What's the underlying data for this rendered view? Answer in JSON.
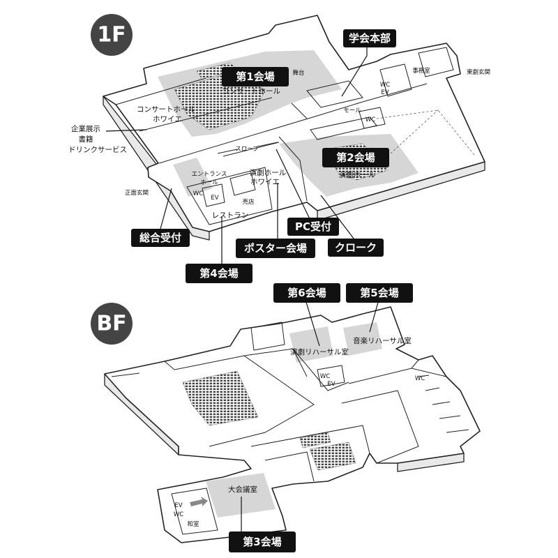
{
  "floors": {
    "f1": {
      "badge": "1F"
    },
    "bf": {
      "badge": "BF"
    }
  },
  "venue_tags": {
    "v1": "第1会場",
    "v2": "第2会場",
    "v3": "第3会場",
    "v4": "第4会場",
    "v5": "第5会場",
    "v6": "第6会場",
    "poster": "ポスター会場",
    "reception": "総合受付",
    "pc": "PC受付",
    "cloak": "クローク",
    "hq": "学会本部"
  },
  "labels_1f": {
    "concert_hall": "コンサートホール",
    "stage": "舞台",
    "concert_foyer_1": "コンサートホール",
    "concert_foyer_2": "ホワイエ",
    "exhibit_1": "企業展示",
    "exhibit_2": "書籍",
    "exhibit_3": "ドリンクサービス",
    "slope": "スロープ",
    "entrance_hall_1": "エントランス",
    "entrance_hall_2": "ホール",
    "theater_foyer_1": "演劇ホール",
    "theater_foyer_2": "ホワイエ",
    "theater_hall": "演劇ホール",
    "main_entrance": "正面玄関",
    "wc_1": "WC",
    "ev_1": "EV",
    "shop": "売店",
    "restaurant": "レストラン",
    "mall": "モール",
    "wc_2": "WC",
    "wc_3": "WC",
    "ev_3": "EV",
    "office": "事務室",
    "east_entrance": "東劇玄関"
  },
  "labels_bf": {
    "music_rehearsal": "音楽リハーサル室",
    "theater_rehearsal": "演劇リハーサル室",
    "wc_1": "WC",
    "ev_1": "EV",
    "wc_2": "WC",
    "conference_room": "大会議室",
    "ev_2": "EV",
    "wc_3": "WC",
    "japanese_room": "和室"
  }
}
